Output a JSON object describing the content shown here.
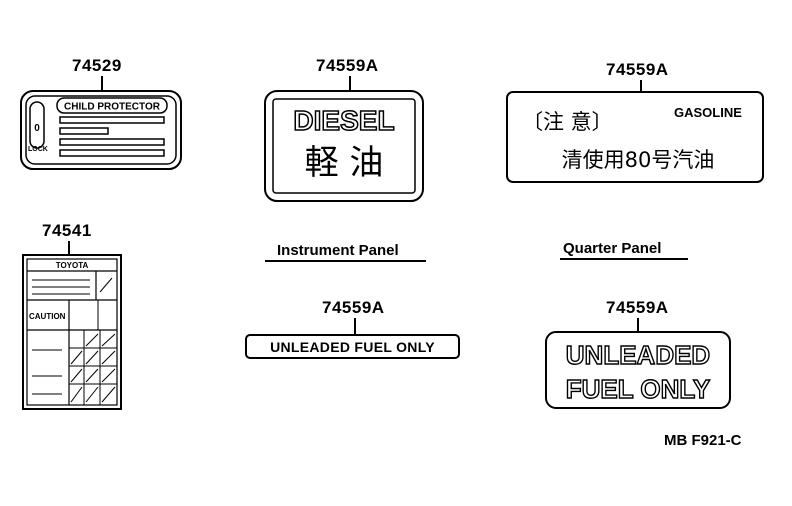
{
  "part_numbers": {
    "child_protector": "74529",
    "diesel": "74559A",
    "gasoline": "74559A",
    "caution_plate": "74541",
    "unleaded_small": "74559A",
    "unleaded_large": "74559A"
  },
  "labels": {
    "child_protector": {
      "title": "CHILD PROTECTOR",
      "lock": "LOCK",
      "knob": "0"
    },
    "diesel": {
      "en": "DIESEL",
      "jp": "軽 油"
    },
    "gasoline": {
      "caution": "〔注 意〕",
      "en": "GASOLINE",
      "jp": "清使用80号汽油"
    },
    "caution_plate": {
      "brand": "TOYOTA",
      "caution": "CAUTION"
    },
    "unleaded_small": "UNLEADED FUEL ONLY",
    "unleaded_large": {
      "line1": "UNLEADED",
      "line2": "FUEL ONLY"
    }
  },
  "locations": {
    "instrument_panel": "Instrument Panel",
    "quarter_panel": "Quarter Panel"
  },
  "figure_code": "MB F921-C"
}
